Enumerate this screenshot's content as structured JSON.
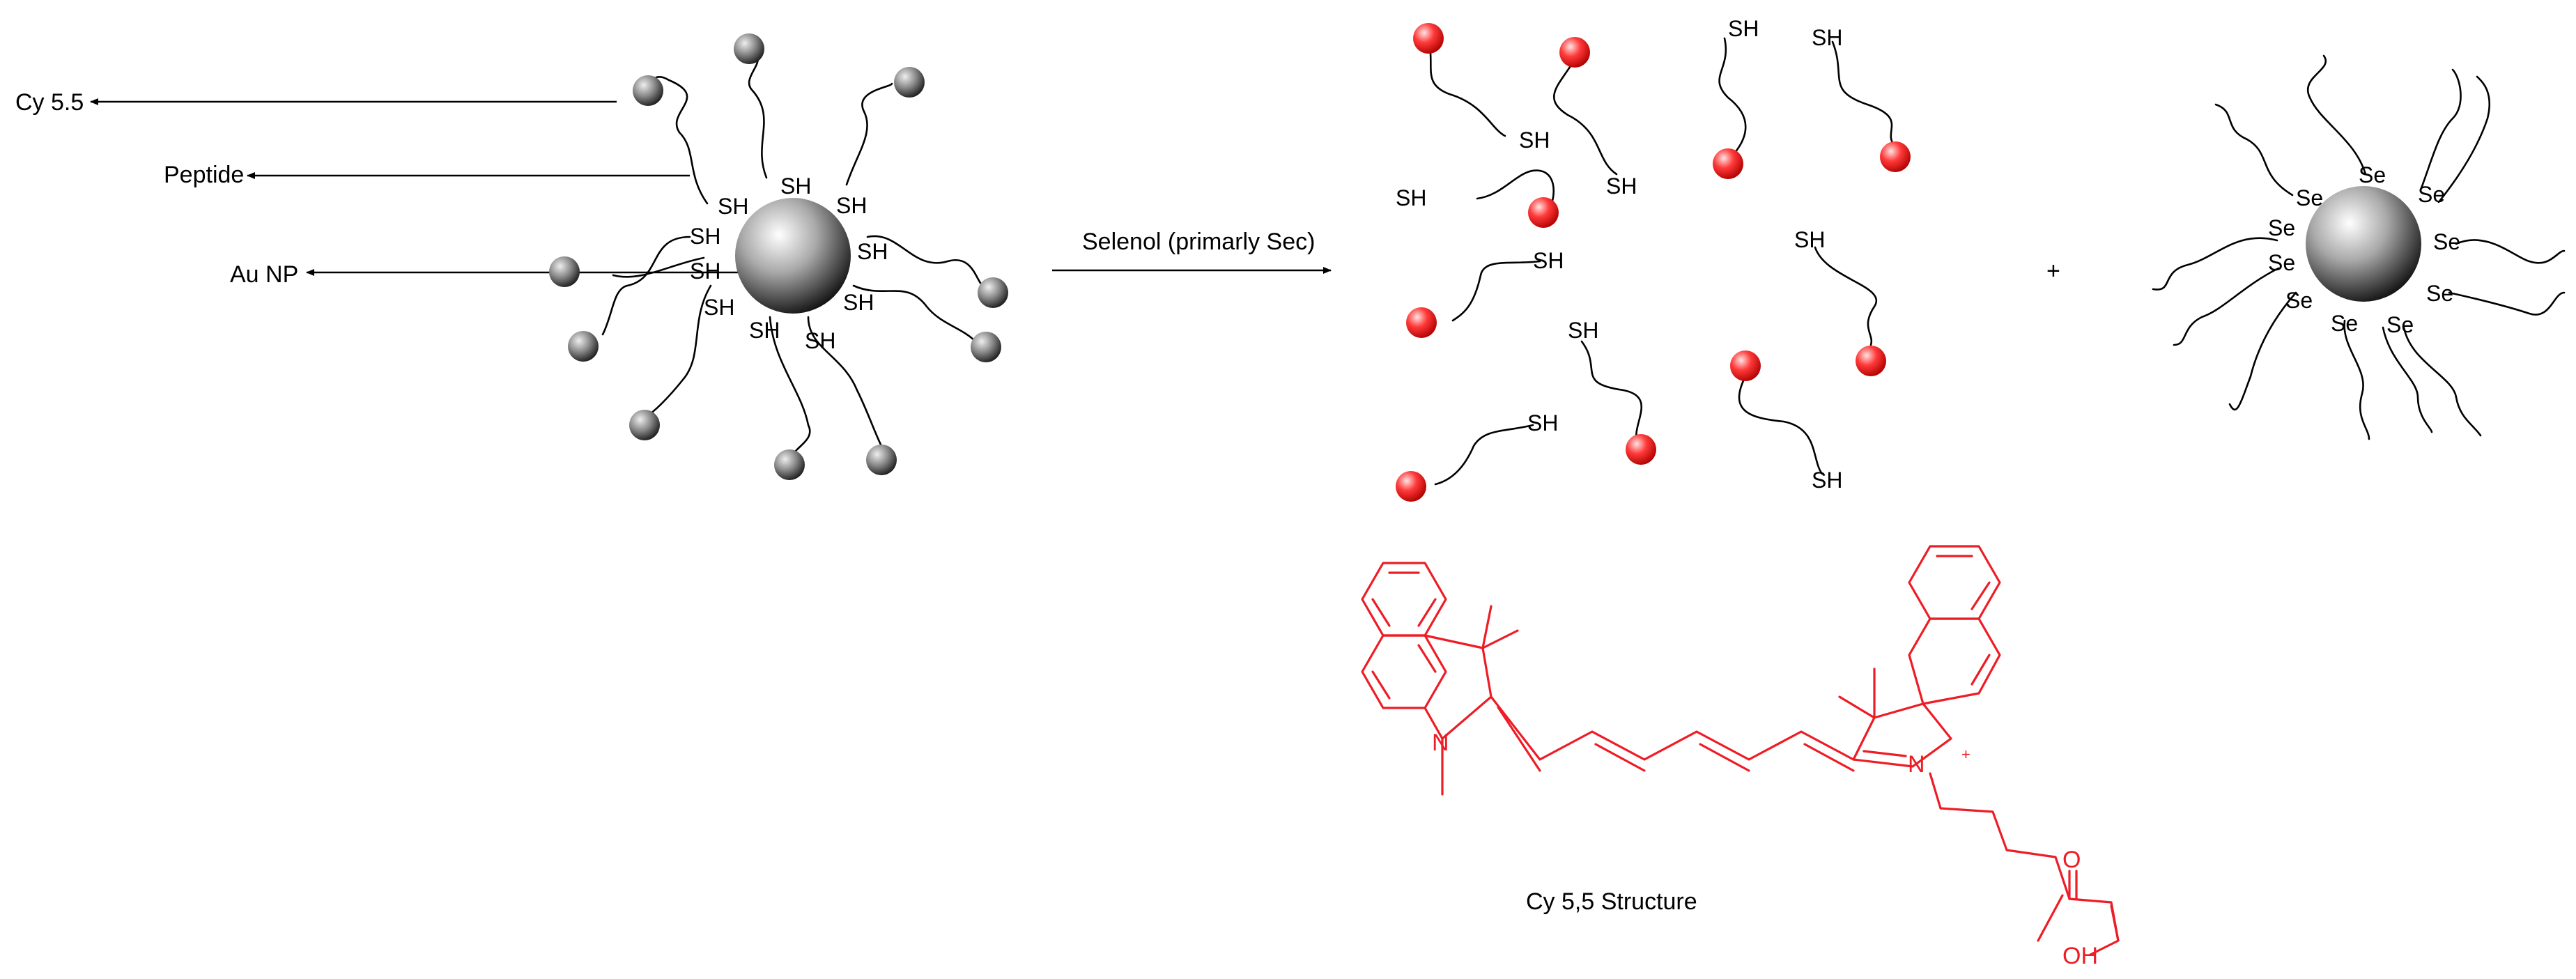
{
  "left_panel": {
    "label_cy55": "Cy 5.5",
    "label_peptide": "Peptide",
    "label_aunp": "Au NP",
    "thiol_label": "SH"
  },
  "reaction": {
    "reagent_label": "Selenol (primarly Sec)"
  },
  "middle_panel": {
    "thiol_label": "SH"
  },
  "plus_sign": "+",
  "right_panel": {
    "selenide_label": "Se"
  },
  "structure": {
    "caption": "Cy 5,5 Structure",
    "atom_N": "N",
    "atom_charge": "+",
    "atom_O": "O",
    "atom_OH": "OH"
  },
  "colors": {
    "dye_red": "#ee1c25",
    "ink": "#000000",
    "particle_dark": "#1a1a1a"
  }
}
